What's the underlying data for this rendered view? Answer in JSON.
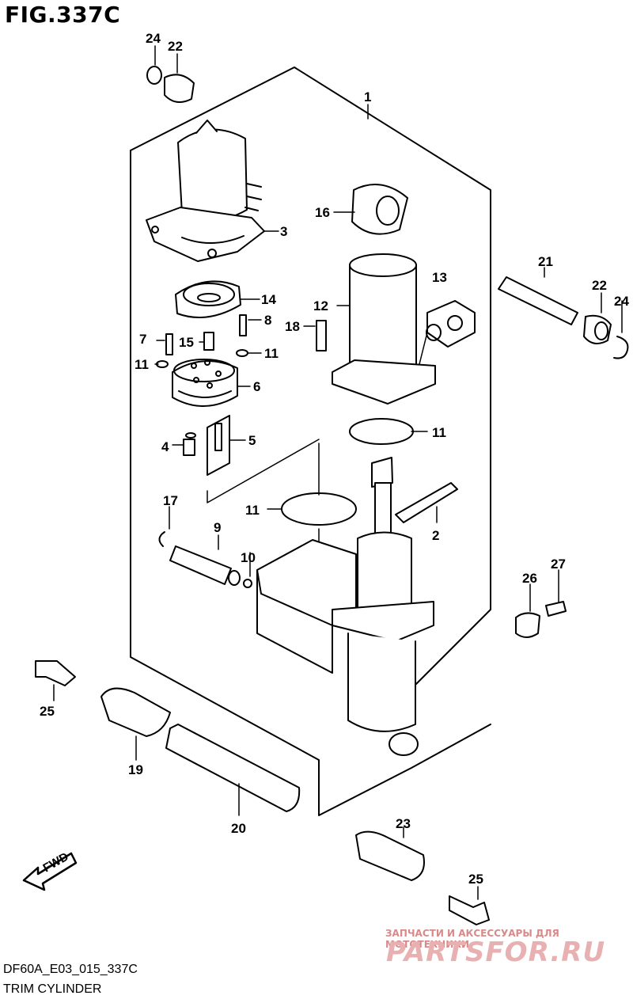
{
  "header": {
    "figure": "FIG.337C"
  },
  "footer": {
    "code": "DF60A_E03_015_337C",
    "caption": "TRIM CYLINDER"
  },
  "badge": {
    "fwd": "FWD"
  },
  "watermark": {
    "line1": "ЗАПЧАСТИ И АКСЕССУАРЫ ДЛЯ МОТОТЕХНИКИ",
    "brand": "PARTSFOR.RU"
  },
  "callouts": [
    {
      "n": "1"
    },
    {
      "n": "2"
    },
    {
      "n": "3"
    },
    {
      "n": "4"
    },
    {
      "n": "5"
    },
    {
      "n": "6"
    },
    {
      "n": "7"
    },
    {
      "n": "8"
    },
    {
      "n": "9"
    },
    {
      "n": "10"
    },
    {
      "n": "11"
    },
    {
      "n": "11"
    },
    {
      "n": "11"
    },
    {
      "n": "11"
    },
    {
      "n": "12"
    },
    {
      "n": "13"
    },
    {
      "n": "14"
    },
    {
      "n": "15"
    },
    {
      "n": "16"
    },
    {
      "n": "17"
    },
    {
      "n": "18"
    },
    {
      "n": "19"
    },
    {
      "n": "20"
    },
    {
      "n": "21"
    },
    {
      "n": "22"
    },
    {
      "n": "22"
    },
    {
      "n": "23"
    },
    {
      "n": "24"
    },
    {
      "n": "24"
    },
    {
      "n": "25"
    },
    {
      "n": "25"
    },
    {
      "n": "26"
    },
    {
      "n": "27"
    }
  ]
}
